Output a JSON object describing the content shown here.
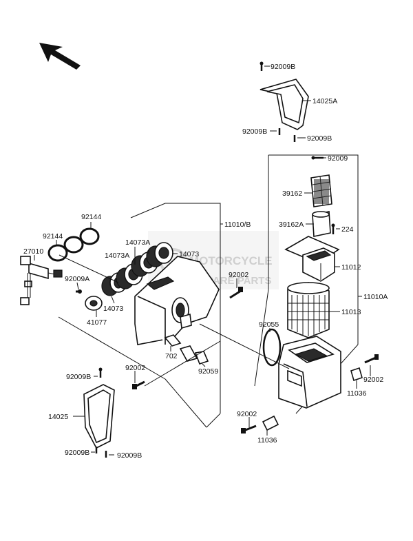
{
  "watermark": {
    "title": "MOTORCYCLE",
    "subtitle": "SPARE PARTS"
  },
  "labels": {
    "p92009B_top": "92009B",
    "p14025A": "14025A",
    "p92009B_l": "92009B",
    "p92009B_r": "92009B",
    "p92009": "92009",
    "p39162": "39162",
    "p39162A": "39162A",
    "p224": "224",
    "p11012": "11012",
    "p11013": "11013",
    "p11010A": "11010A",
    "p92055": "92055",
    "p92002_r": "92002",
    "p11036_r": "11036",
    "p92002_b": "92002",
    "p11036_b": "11036",
    "p11010B": "11010/B",
    "p92144_top": "92144",
    "p92144_l": "92144",
    "p27010": "27010",
    "p14073A_1": "14073A",
    "p14073A_2": "14073A",
    "p14073_r": "14073",
    "p14073_l": "14073",
    "p92009A": "92009A",
    "p41077": "41077",
    "p92002_m": "92002",
    "p702": "702",
    "p92059": "92059",
    "p92002_l": "92002",
    "p92009B_bt": "92009B",
    "p14025": "14025",
    "p92009B_bl": "92009B",
    "p92009B_br": "92009B"
  }
}
